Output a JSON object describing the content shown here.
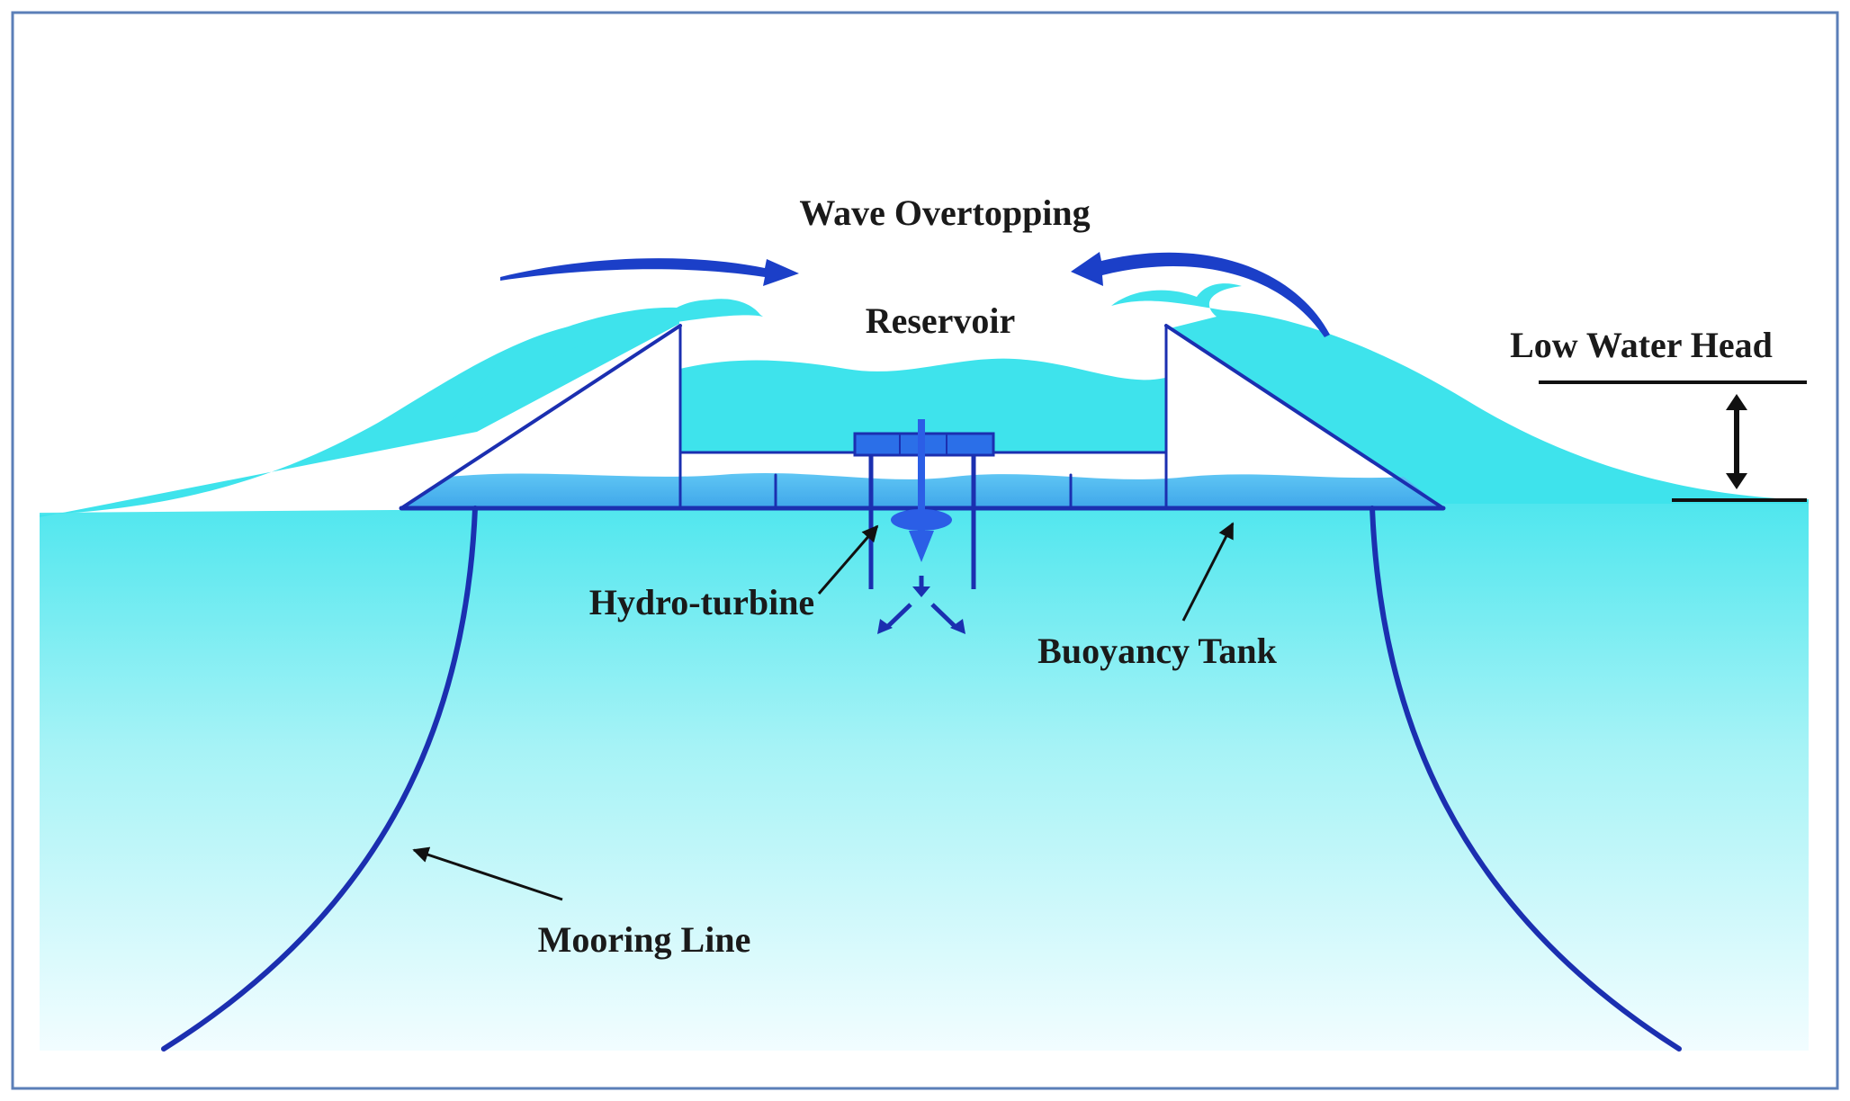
{
  "labels": {
    "wave_overtopping": "Wave Overtopping",
    "reservoir": "Reservoir",
    "low_water_head": "Low Water Head",
    "hydro_turbine": "Hydro-turbine",
    "buoyancy_tank": "Buoyancy Tank",
    "mooring_line": "Mooring Line"
  },
  "colors": {
    "frame": "#5b7fb8",
    "water_top": "#4ee6ee",
    "water_bottom": "#eefcff",
    "wave": "#3ee3ec",
    "structure": "#1b2fb0",
    "tank_fill": "#4fb7f0",
    "turbine": "#2b5ee6",
    "pointer": "#111111"
  }
}
